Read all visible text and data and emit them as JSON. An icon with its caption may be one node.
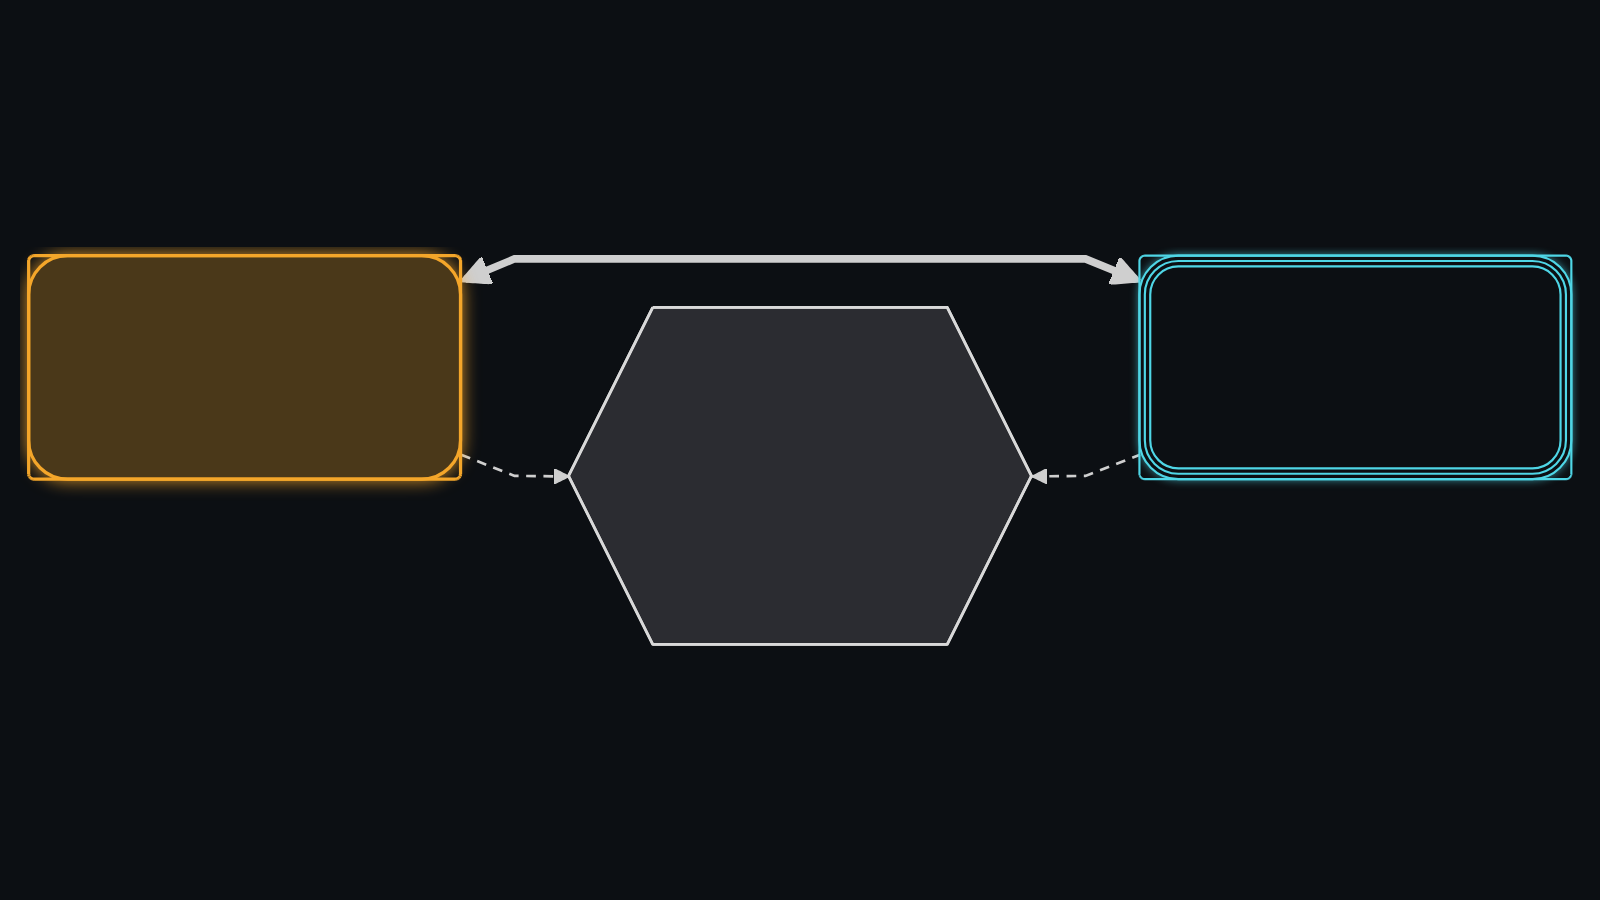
{
  "diagram": {
    "nodes": [
      {
        "text": [],
        "shape": "hexagon"
      },
      {
        "text": [],
        "shape": "box"
      },
      {
        "text": [],
        "shape": "box"
      }
    ],
    "edges": [
      {
        "from": 1,
        "to": 2,
        "arrow": "both",
        "style": "thick"
      },
      {
        "from": 1,
        "to": 0,
        "arrow": "to",
        "style": "dashed"
      },
      {
        "from": 2,
        "to": 0,
        "arrow": "to",
        "style": "dashed"
      }
    ]
  }
}
